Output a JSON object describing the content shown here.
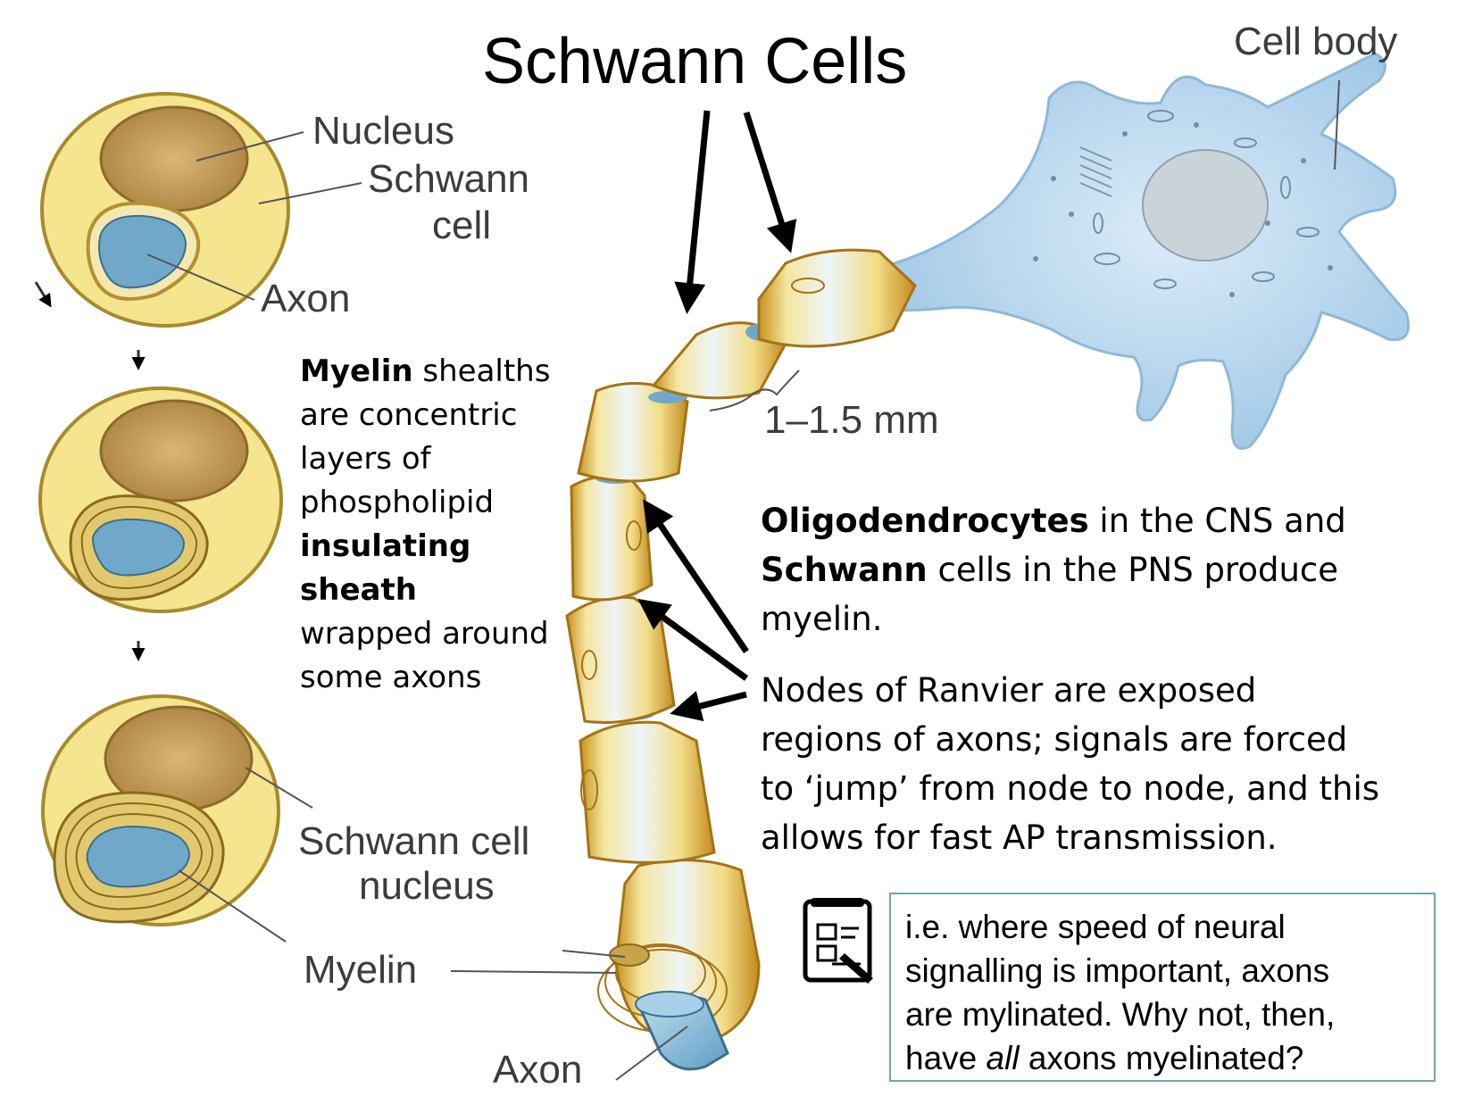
{
  "title": "Schwann Cells",
  "labels": {
    "nucleus": "Nucleus",
    "schwann_cell_line1": "Schwann",
    "schwann_cell_line2": "cell",
    "axon_top": "Axon",
    "schwann_cell_nucleus_line1": "Schwann cell",
    "schwann_cell_nucleus_line2": "nucleus",
    "myelin": "Myelin",
    "axon_bottom": "Axon",
    "cell_body": "Cell body",
    "internode_length": "1–1.5 mm"
  },
  "myelin_text": {
    "line1_bold": "Myelin",
    "line1_rest": " shealths",
    "line2": "are concentric",
    "line3": "layers of",
    "line4": "phospholipid",
    "line5_bold": "insulating",
    "line6_bold": "sheath",
    "line7": "wrapped around",
    "line8": "some axons"
  },
  "oligo_text": {
    "line1_bold": "Oligodendrocytes",
    "line1_rest": " in the CNS and",
    "line2_bold": "Schwann",
    "line2_rest": " cells in the PNS produce",
    "line3": "myelin."
  },
  "nodes_text": {
    "line1": "Nodes of Ranvier are exposed",
    "line2": "regions of axons; signals are forced",
    "line3": "to ‘jump’ from node to node, and this",
    "line4": "allows for fast AP transmission."
  },
  "note": {
    "icon": "notes-pen-icon",
    "line1": "i.e. where speed of neural",
    "line2": "signalling is important, axons",
    "line3": "are mylinated. Why not, then,",
    "line4_pre": "have ",
    "line4_italic": "all",
    "line4_post": " axons myelinated?"
  },
  "colors": {
    "myelin_yellow": "#f2e07a",
    "myelin_gold": "#d9a93a",
    "axon_blue": "#7db6d6",
    "cell_body_blue": "#b6d6ef",
    "nucleus_tan": "#c09a55",
    "box_border": "#6aa6b3"
  }
}
